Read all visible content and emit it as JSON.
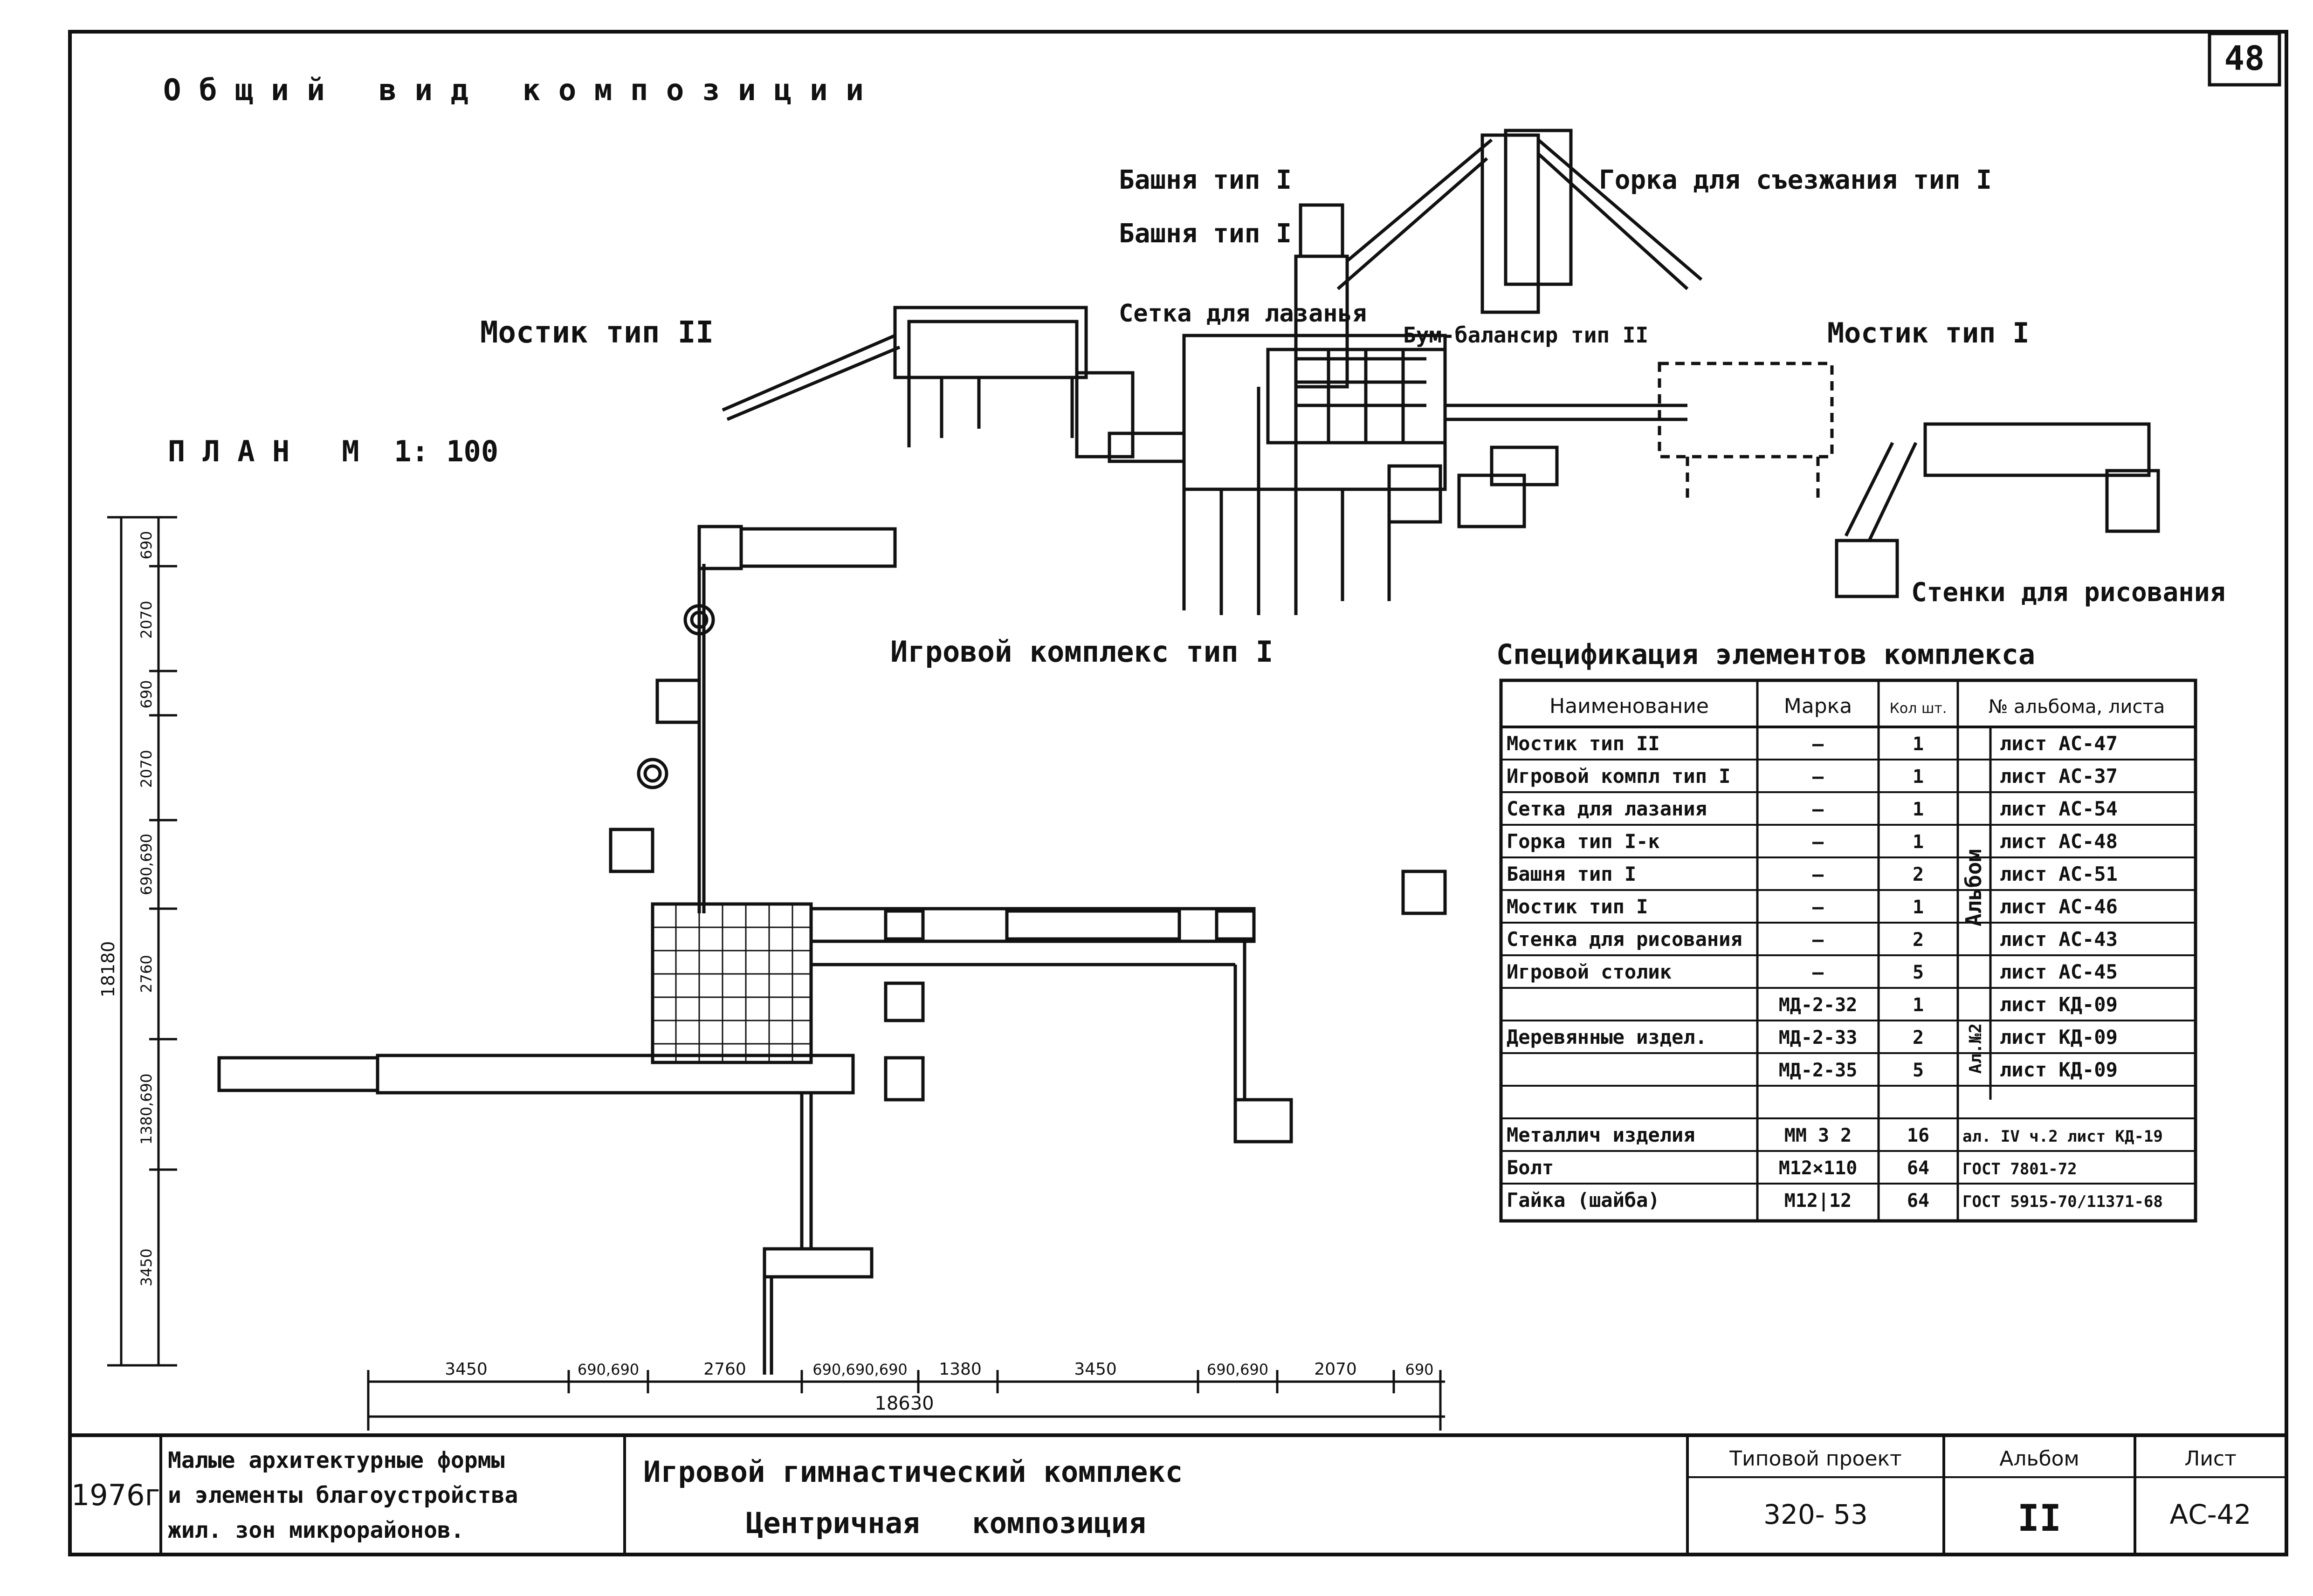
{
  "sheet_number": "48",
  "drawing": {
    "general_view_title": "О б щ и й   в и д   к о м п о з и ц и и",
    "plan_title": "П Л А Н   М  1: 100",
    "labels": {
      "tower1": "Башня  тип I",
      "tower2": "Башня  тип I",
      "slide": "Горка для съезжания тип I",
      "net": "Сетка для лазанья",
      "bridge2": "Мостик  тип II",
      "balancer": "Бум-балансир тип II",
      "bridge1": "Мостик  тип I",
      "walls": "Стенки для рисования",
      "complex": "Игровой комплекс  тип I"
    },
    "dims_vertical_total": "18180",
    "dims_vertical": [
      "690",
      "2070",
      "690",
      "2070",
      "690,690",
      "2760",
      "1380,690",
      "3450"
    ],
    "dims_horizontal_total": "18630",
    "dims_horizontal": [
      "3450",
      "690,690",
      "2760",
      "690,690,690",
      "1380",
      "3450",
      "690,690",
      "2070",
      "690"
    ]
  },
  "spec": {
    "title": "Спецификация элементов комплекса",
    "headers": [
      "Наименование",
      "Марка",
      "Кол шт.",
      "№ альбома, листа"
    ],
    "album_label_upper": "Альбом",
    "album_label_lower": "Ал.№2",
    "rows": [
      {
        "name": "Мостик тип II",
        "mark": "—",
        "qty": "1",
        "sheet": "лист АС-47"
      },
      {
        "name": "Игровой компл тип I",
        "mark": "—",
        "qty": "1",
        "sheet": "лист АС-37"
      },
      {
        "name": "Сетка для лазания",
        "mark": "—",
        "qty": "1",
        "sheet": "лист АС-54"
      },
      {
        "name": "Горка тип I-к",
        "mark": "—",
        "qty": "1",
        "sheet": "лист АС-48"
      },
      {
        "name": "Башня тип I",
        "mark": "—",
        "qty": "2",
        "sheet": "лист АС-51"
      },
      {
        "name": "Мостик тип I",
        "mark": "—",
        "qty": "1",
        "sheet": "лист АС-46"
      },
      {
        "name": "Стенка для рисования",
        "mark": "—",
        "qty": "2",
        "sheet": "лист АС-43"
      },
      {
        "name": "Игровой столик",
        "mark": "—",
        "qty": "5",
        "sheet": "лист АС-45"
      },
      {
        "name": "",
        "mark": "МД-2-32",
        "qty": "1",
        "sheet": "лист КД-09"
      },
      {
        "name": "Деревянные издел.",
        "mark": "МД-2-33",
        "qty": "2",
        "sheet": "лист КД-09"
      },
      {
        "name": "",
        "mark": "МД-2-35",
        "qty": "5",
        "sheet": "лист КД-09"
      },
      {
        "name": "",
        "mark": "",
        "qty": "",
        "sheet": ""
      },
      {
        "name": "Металлич изделия",
        "mark": "ММ 3 2",
        "qty": "16",
        "sheet": "ал. IV ч.2 лист КД-19"
      },
      {
        "name": "Болт",
        "mark": "М12×110",
        "qty": "64",
        "sheet": "ГОСТ 7801-72"
      },
      {
        "name": "Гайка (шайба)",
        "mark": "М12|12",
        "qty": "64",
        "sheet": "ГОСТ 5915-70/11371-68"
      }
    ]
  },
  "title_block": {
    "year": "1976г",
    "org_line1": "Малые архитектурные формы",
    "org_line2": "и элементы благоустройства",
    "org_line3": "жил. зон микрорайонов.",
    "title_line1": "Игровой гимнастический комплекс",
    "title_line2": "Центричная   композиция",
    "project_label": "Типовой проект",
    "project_value": "320- 53",
    "album_label": "Альбом",
    "album_value": "II",
    "sheet_label": "Лист",
    "sheet_value": "АС-42"
  }
}
